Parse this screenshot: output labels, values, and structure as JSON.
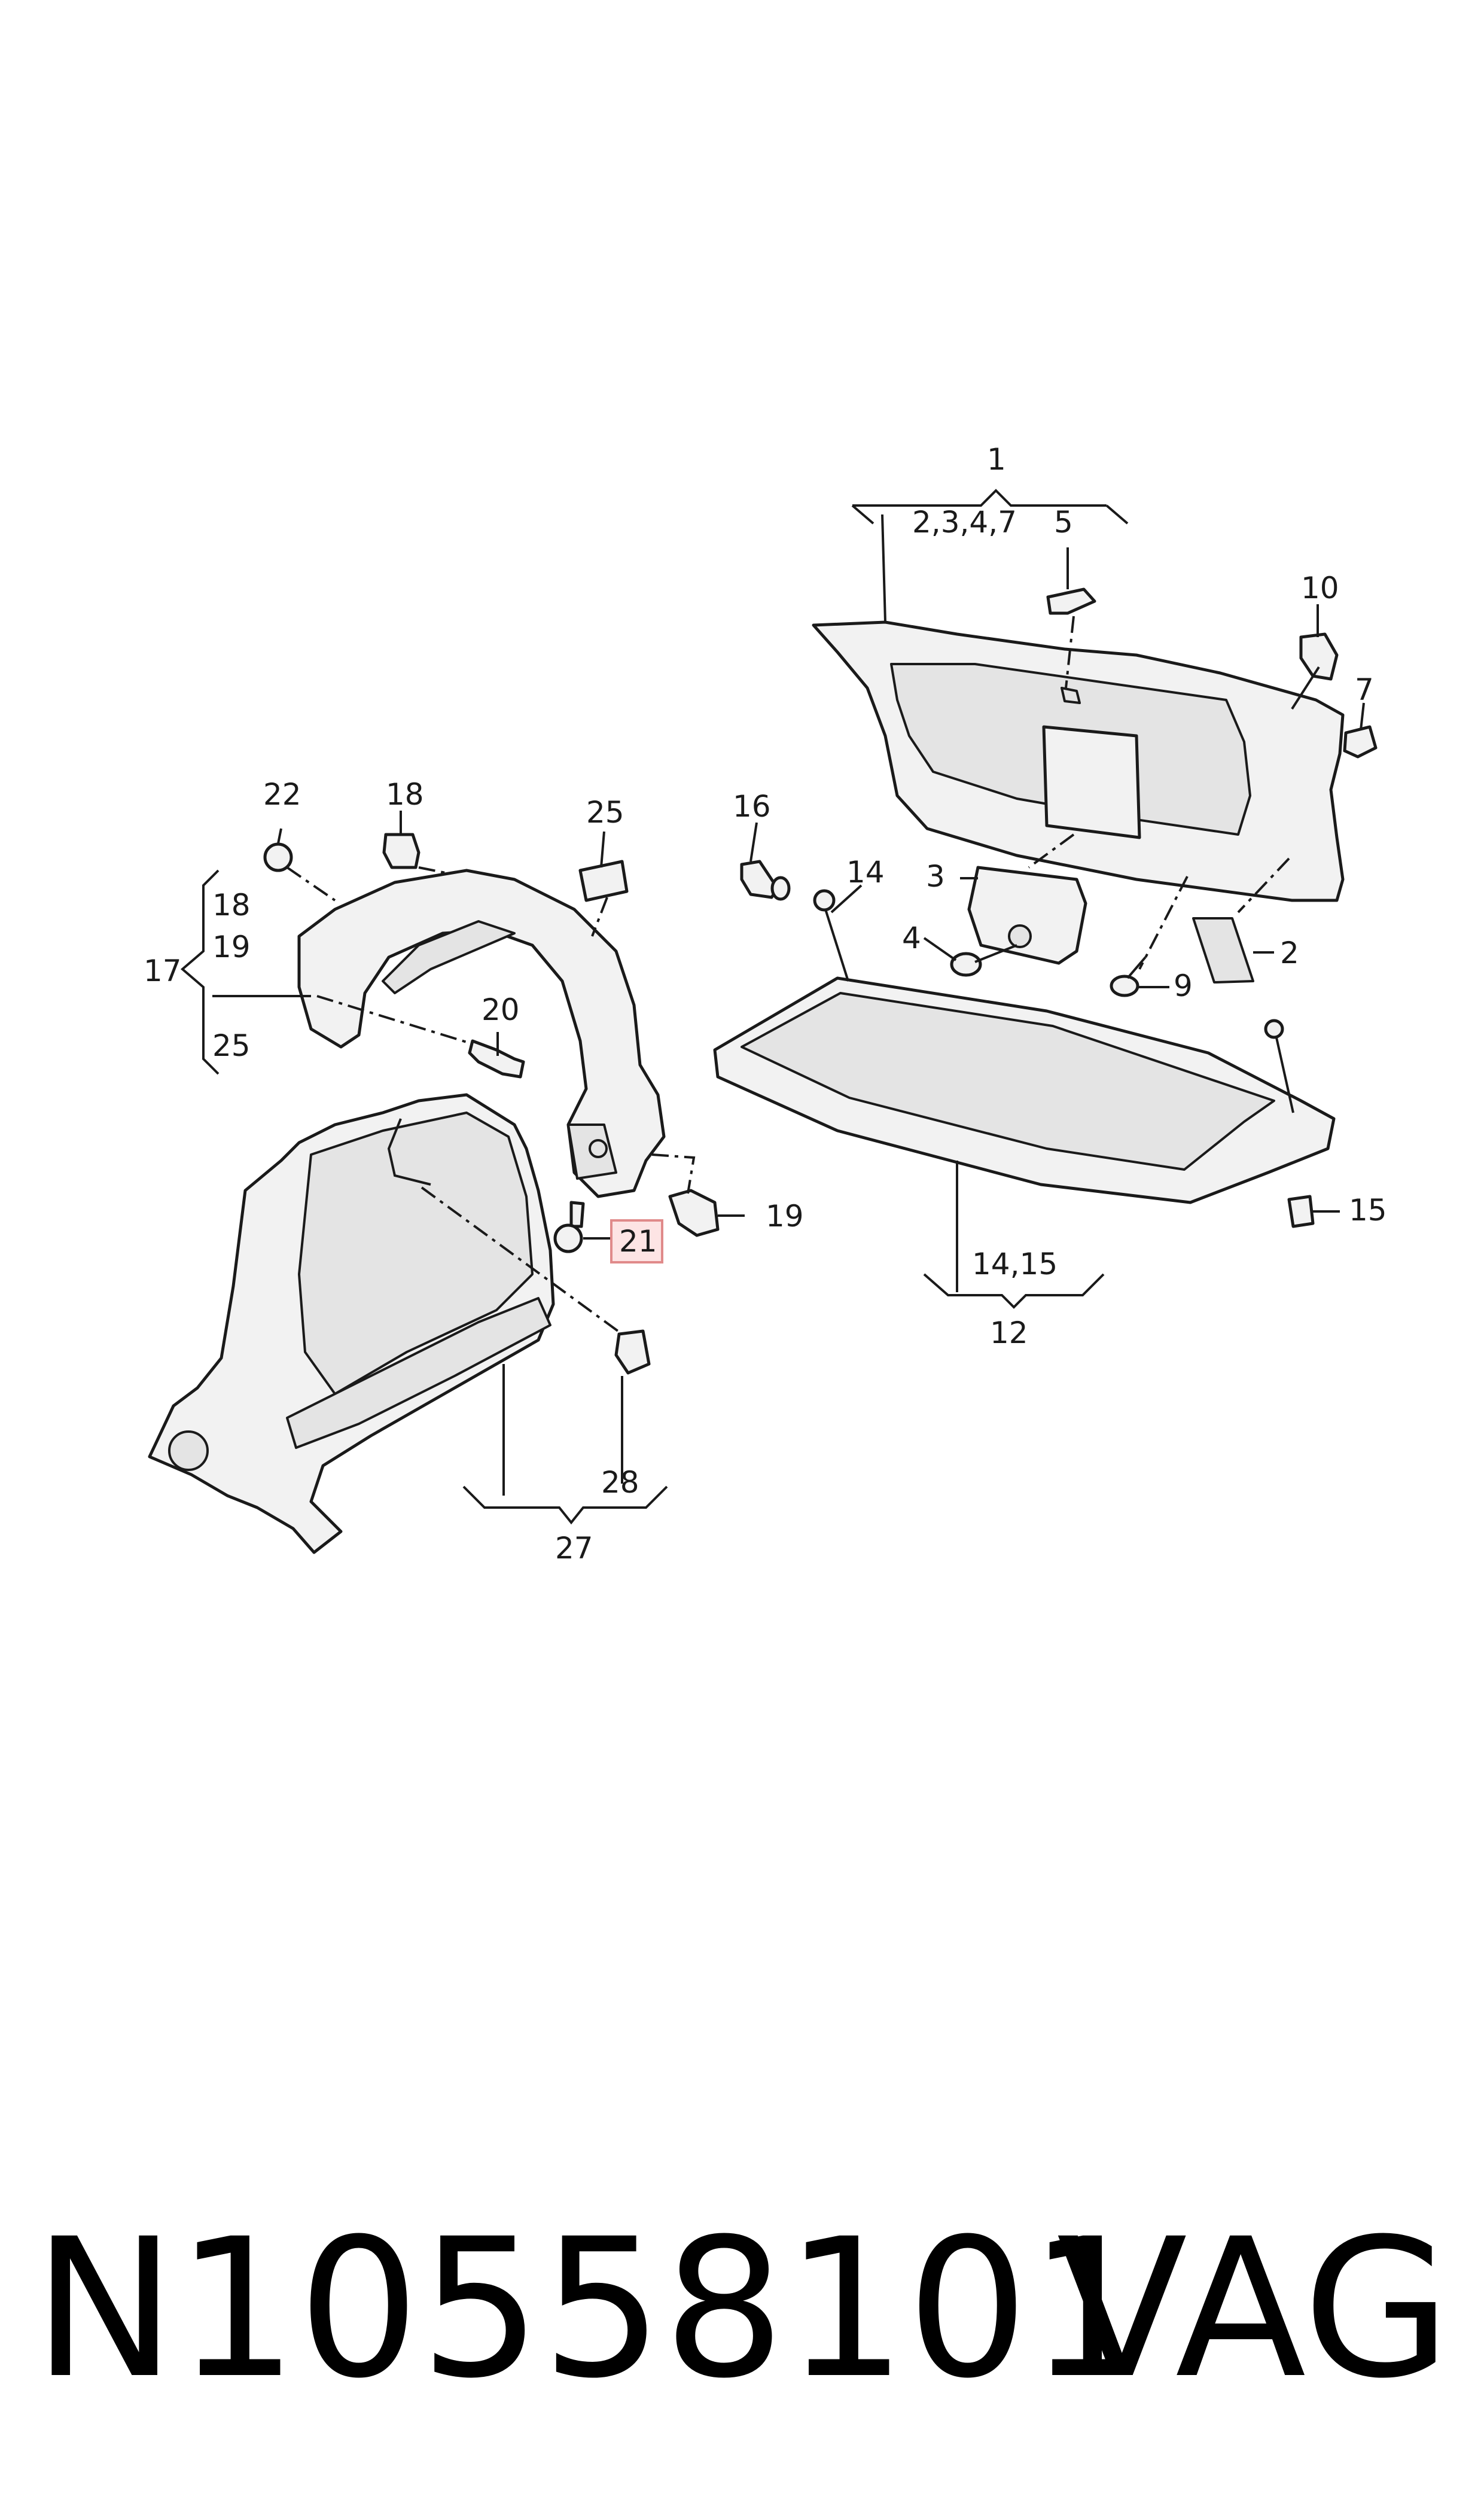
{
  "callouts": {
    "c1": "1",
    "c1_sub": "2,3,4,7",
    "c2": "2",
    "c3": "3",
    "c4": "4",
    "c5": "5",
    "c7": "7",
    "c9": "9",
    "c10": "10",
    "c12": "12",
    "c12_sub": "14,15",
    "c14": "14",
    "c15": "15",
    "c16": "16",
    "c17": "17",
    "c17_a": "18",
    "c17_b": "19",
    "c17_c": "25",
    "c18": "18",
    "c19": "19",
    "c20": "20",
    "c21": "21",
    "c22": "22",
    "c25": "25",
    "c27": "27",
    "c28": "28"
  },
  "highlight_color": "#e08a8a",
  "footer": {
    "part_number": "N10558101",
    "brand": "VAG"
  }
}
